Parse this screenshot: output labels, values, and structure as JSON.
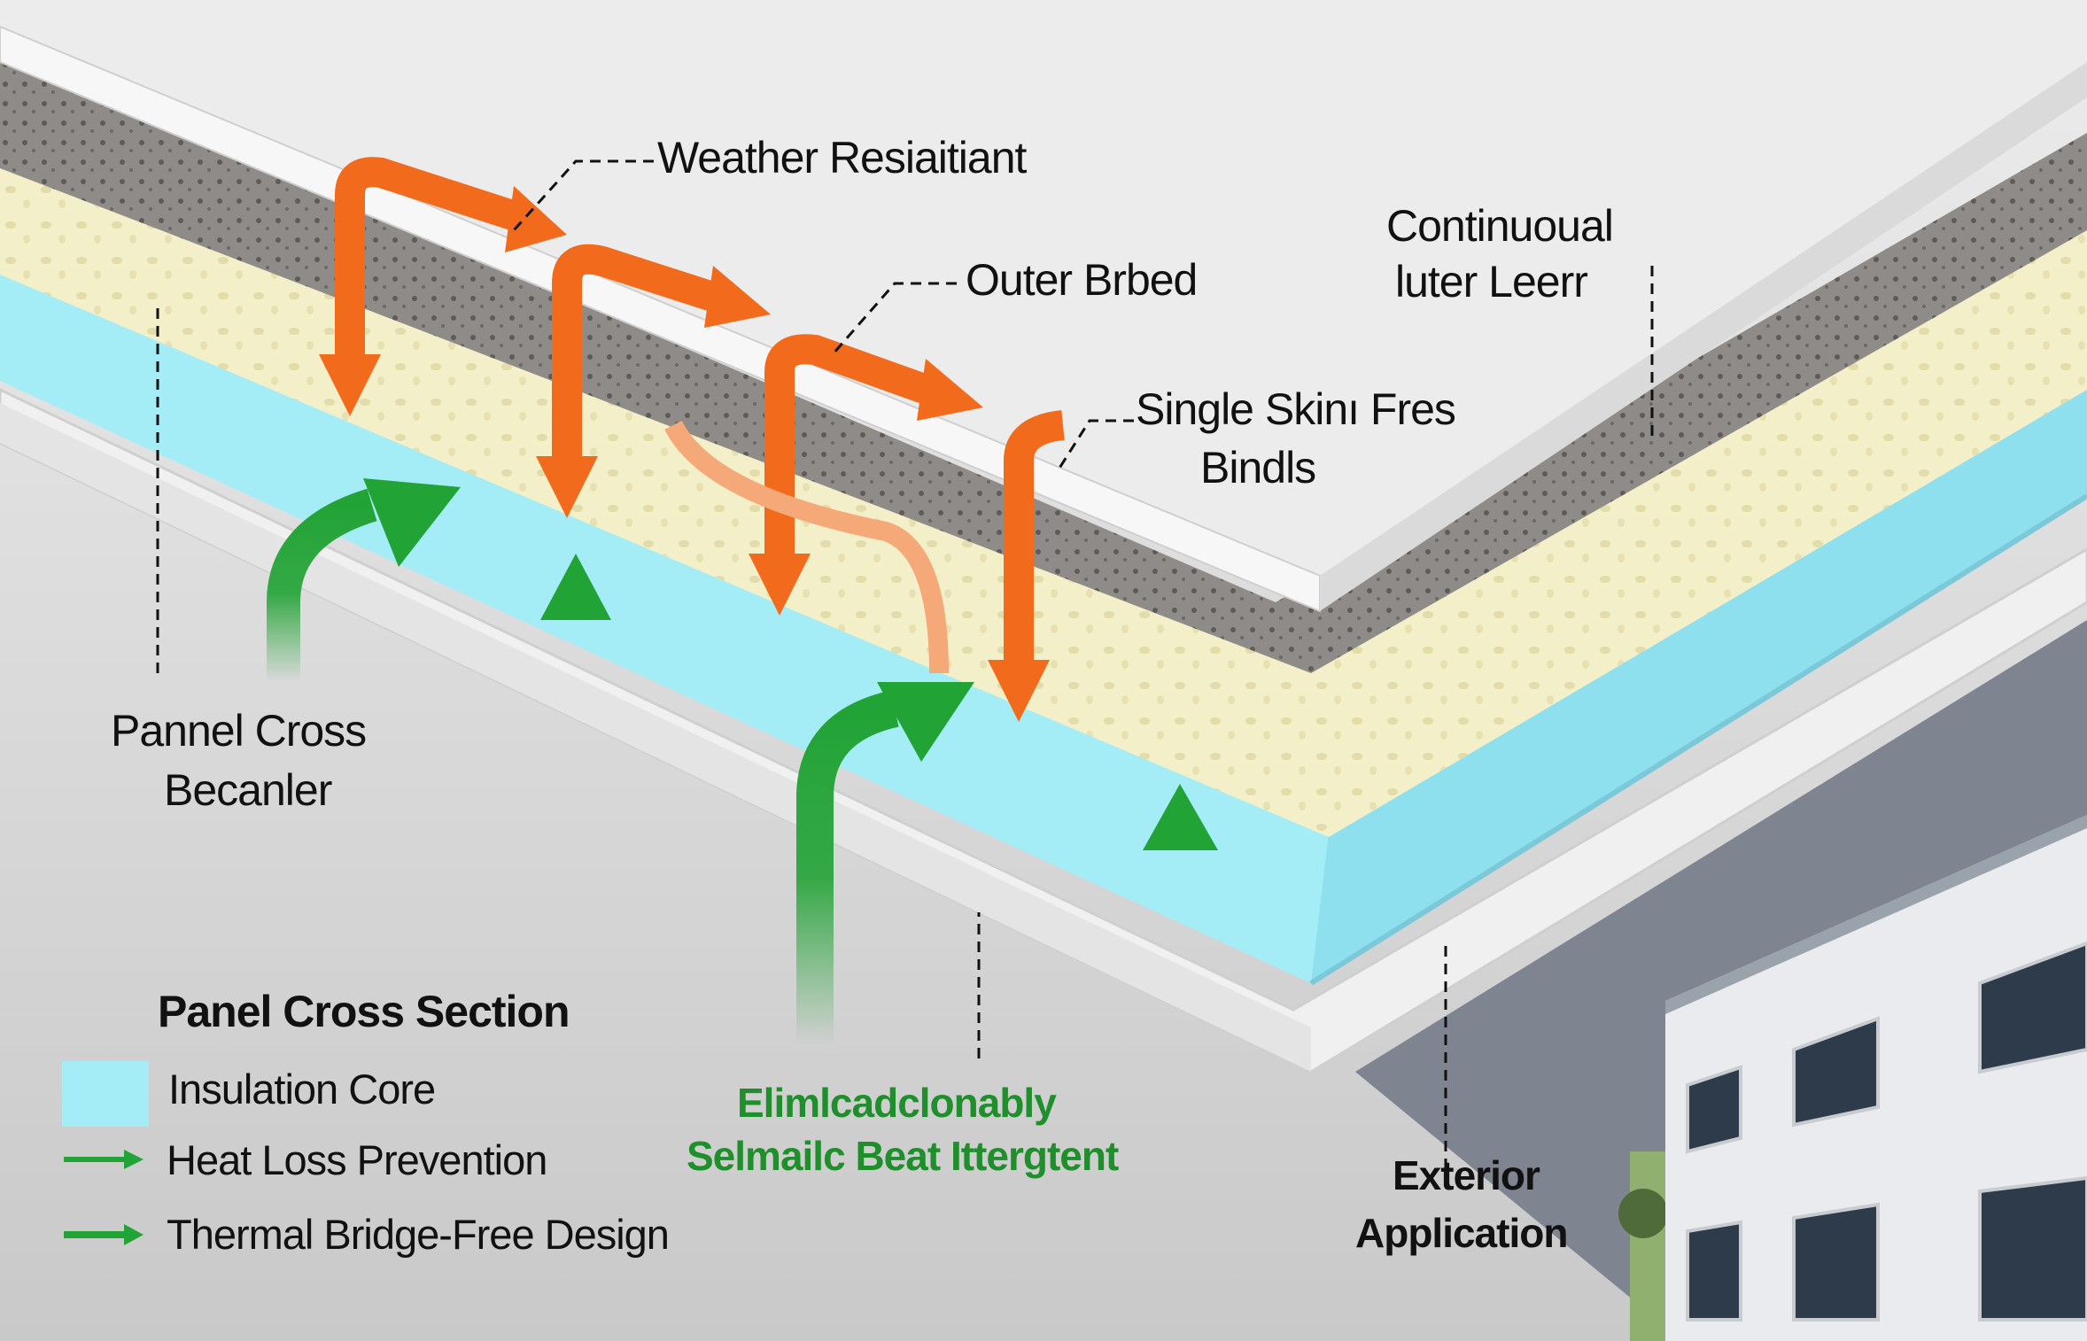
{
  "colors": {
    "insulation_core": "#a4ecf6",
    "heat_arrow": "#f26b1d",
    "cool_arrow": "#22a335",
    "foam": "#f3efc9",
    "concrete": "#8f8b88",
    "panel_skin": "#eeeeee"
  },
  "callouts": {
    "weather": "Weather Resiaitiant",
    "outer": "Outer Brbed",
    "continuous_line1": "Continuoual",
    "continuous_line2": "luter Leerr",
    "single_line1": "Single Skinı Fres",
    "single_line2": "Bindls",
    "pannel_line1": "Pannel Cross",
    "pannel_line2": "Becanler",
    "green_line1": "Elimlcadclonably",
    "green_line2": "Selmailc Beat Ittergtent",
    "exterior_line1": "Exterior",
    "exterior_line2": "Application"
  },
  "legend": {
    "title": "Panel Cross Section",
    "items": [
      {
        "label": "Insulation Core",
        "icon": "color-swatch"
      },
      {
        "label": "Heat Loss Prevention",
        "icon": "green-arrow-right-icon"
      },
      {
        "label": "Thermal Bridge-Free Design",
        "icon": "green-arrow-right-icon"
      }
    ]
  }
}
